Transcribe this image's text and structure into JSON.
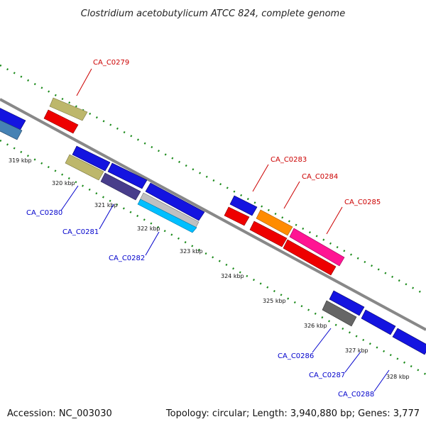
{
  "title": "Clostridium acetobutylicum ATCC 824, complete genome",
  "accession": "Accession: NC_003030",
  "topology": "Topology: circular; Length: 3,940,880 bp; Genes: 3,777",
  "kbp_ticks": [
    "319 kbp",
    "320 kbp",
    "321 kbp",
    "322 kbp",
    "323 kbp",
    "324 kbp",
    "325 kbp",
    "326 kbp",
    "327 kbp",
    "328 kbp"
  ],
  "gene_labels": {
    "CA_C0279": "CA_C0279",
    "CA_C0280": "CA_C0280",
    "CA_C0281": "CA_C0281",
    "CA_C0282": "CA_C0282",
    "CA_C0283": "CA_C0283",
    "CA_C0284": "CA_C0284",
    "CA_C0285": "CA_C0285",
    "CA_C0286": "CA_C0286",
    "CA_C0287": "CA_C0287",
    "CA_C0288": "CA_C0288"
  },
  "colors": {
    "backbone": "#888888",
    "outer_dots": "#1a8a1a",
    "label_forward": "#cc0000",
    "label_reverse": "#0000cc",
    "blue": "#1414e0",
    "red": "#ee0000",
    "khaki": "#bdb76b",
    "steel": "#4682b4",
    "slateblue": "#483d8b",
    "silver": "#c0c0c0",
    "cyan": "#00bfff",
    "orange": "#ff8c00",
    "pink": "#ff1493",
    "gray": "#666666"
  }
}
